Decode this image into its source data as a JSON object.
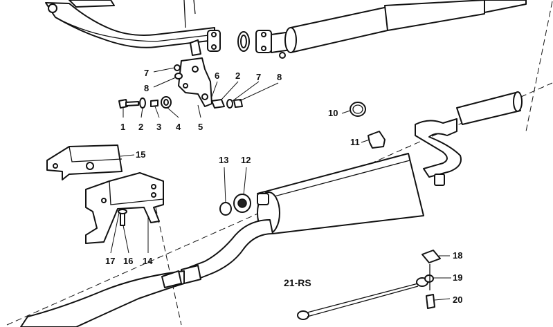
{
  "labels": {
    "p1": "1",
    "p2a": "2",
    "p2b": "2",
    "p3": "3",
    "p4": "4",
    "p5": "5",
    "p6": "6",
    "p7a": "7",
    "p7b": "7",
    "p8a": "8",
    "p8b": "8",
    "p10": "10",
    "p11": "11",
    "p12": "12",
    "p13": "13",
    "p14": "14",
    "p15": "15",
    "p16": "16",
    "p17": "17",
    "p18": "18",
    "p19": "19",
    "p20": "20",
    "p21": "21-RS"
  }
}
